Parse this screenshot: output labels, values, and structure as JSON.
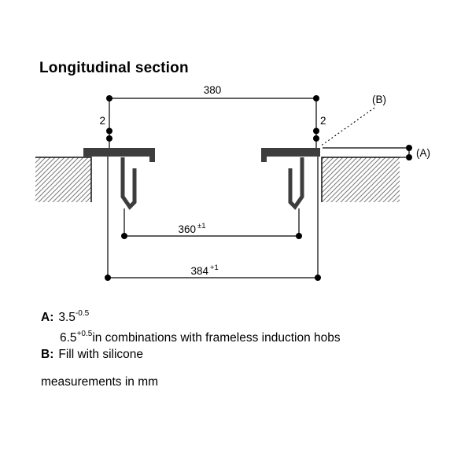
{
  "title": "Longitudinal section",
  "footer": "measurements in mm",
  "colors": {
    "ink": "#000000",
    "profile_fill": "#3d3d3d",
    "hatch_line": "#7a7a7a",
    "background": "#ffffff"
  },
  "diagram": {
    "dim_top": "380",
    "dim_gap_left": "2",
    "dim_gap_right": "2",
    "dim_inner_base": "360",
    "dim_inner_sup": "±1",
    "dim_outer_base": "384",
    "dim_outer_sup": "+1",
    "ref_a": "(A)",
    "ref_b": "(B)"
  },
  "notes": {
    "a_label": "A:",
    "a_value": "3.5",
    "a_value_sup": "-0.5",
    "a2_value": "6.5",
    "a2_sup": "+0.5",
    "a2_text": "in combinations with frameless induction hobs",
    "b_label": "B:",
    "b_text": "Fill with silicone"
  }
}
